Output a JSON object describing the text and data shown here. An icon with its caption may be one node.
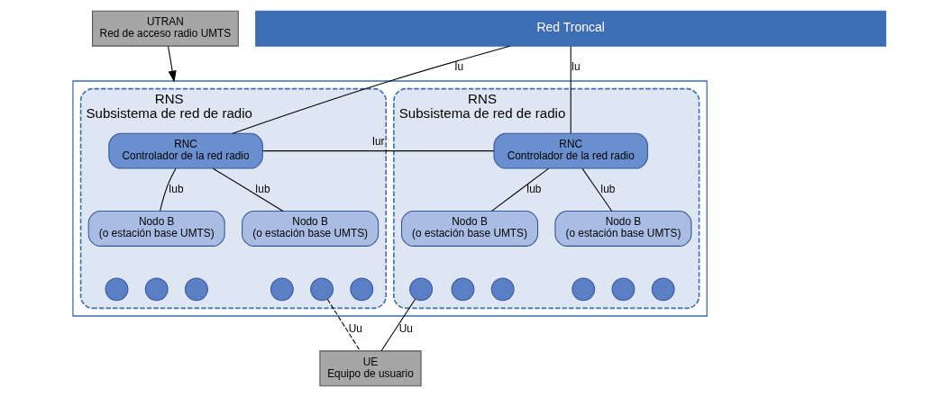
{
  "diagram": {
    "nodes": [
      {
        "text": [
          "Red Troncal"
        ]
      },
      {
        "text": [],
        "shape": "box"
      },
      {
        "text": [
          "RNS",
          "Subsistema de red de radio"
        ],
        "in": 1
      },
      {
        "text": [
          "RNC",
          "Controlador de la red radio"
        ],
        "in": 2
      },
      {
        "text": [
          "Nodo B",
          "(o estación base UMTS)"
        ],
        "in": 2
      },
      {
        "text": [
          "Nodo B",
          "(o estación base UMTS)"
        ],
        "in": 2
      },
      {
        "text": [],
        "shape": "circle",
        "in": 2
      },
      {
        "text": [],
        "shape": "circle",
        "in": 2
      },
      {
        "text": [],
        "shape": "circle",
        "in": 2
      },
      {
        "text": [],
        "shape": "circle",
        "in": 2
      },
      {
        "text": [],
        "shape": "circle",
        "in": 2
      },
      {
        "text": [],
        "shape": "circle",
        "in": 2
      },
      {
        "text": [
          "RNS",
          "Subsistema de red de radio"
        ],
        "in": 1
      },
      {
        "text": [
          "RNC",
          "Controlador de la red radio"
        ],
        "in": 12
      },
      {
        "text": [
          "Nodo B",
          "(o estación base UMTS)"
        ],
        "in": 12
      },
      {
        "text": [
          "Nodo B",
          "(o estación base UMTS)"
        ],
        "in": 12
      },
      {
        "text": [],
        "shape": "circle",
        "in": 12
      },
      {
        "text": [],
        "shape": "circle",
        "in": 12
      },
      {
        "text": [],
        "shape": "circle",
        "in": 12
      },
      {
        "text": [],
        "shape": "circle",
        "in": 12
      },
      {
        "text": [],
        "shape": "circle",
        "in": 12
      },
      {
        "text": [],
        "shape": "circle",
        "in": 12
      },
      {
        "text": [
          "UTRAN",
          "Red de acceso radio UMTS"
        ]
      },
      {
        "text": [
          "UE",
          "Equipo de usuario"
        ]
      }
    ],
    "edges": [
      {
        "from": 0,
        "to": 3,
        "arrow": "none",
        "label": "Iu"
      },
      {
        "from": 0,
        "to": 13,
        "arrow": "none",
        "label": "Iu"
      },
      {
        "from": 3,
        "to": 13,
        "arrow": "none",
        "label": "Iur"
      },
      {
        "from": 3,
        "to": 4,
        "arrow": "none",
        "label": "Iub"
      },
      {
        "from": 3,
        "to": 5,
        "arrow": "none",
        "label": "Iub"
      },
      {
        "from": 13,
        "to": 14,
        "arrow": "none",
        "label": "Iub"
      },
      {
        "from": 13,
        "to": 15,
        "arrow": "none",
        "label": "Iub"
      },
      {
        "from": 22,
        "to": 1,
        "arrow": "to"
      },
      {
        "from": 10,
        "to": 23,
        "arrow": "none",
        "label": "Uu",
        "style": "dashed"
      },
      {
        "from": 16,
        "to": 23,
        "arrow": "none",
        "label": "Uu"
      }
    ]
  }
}
